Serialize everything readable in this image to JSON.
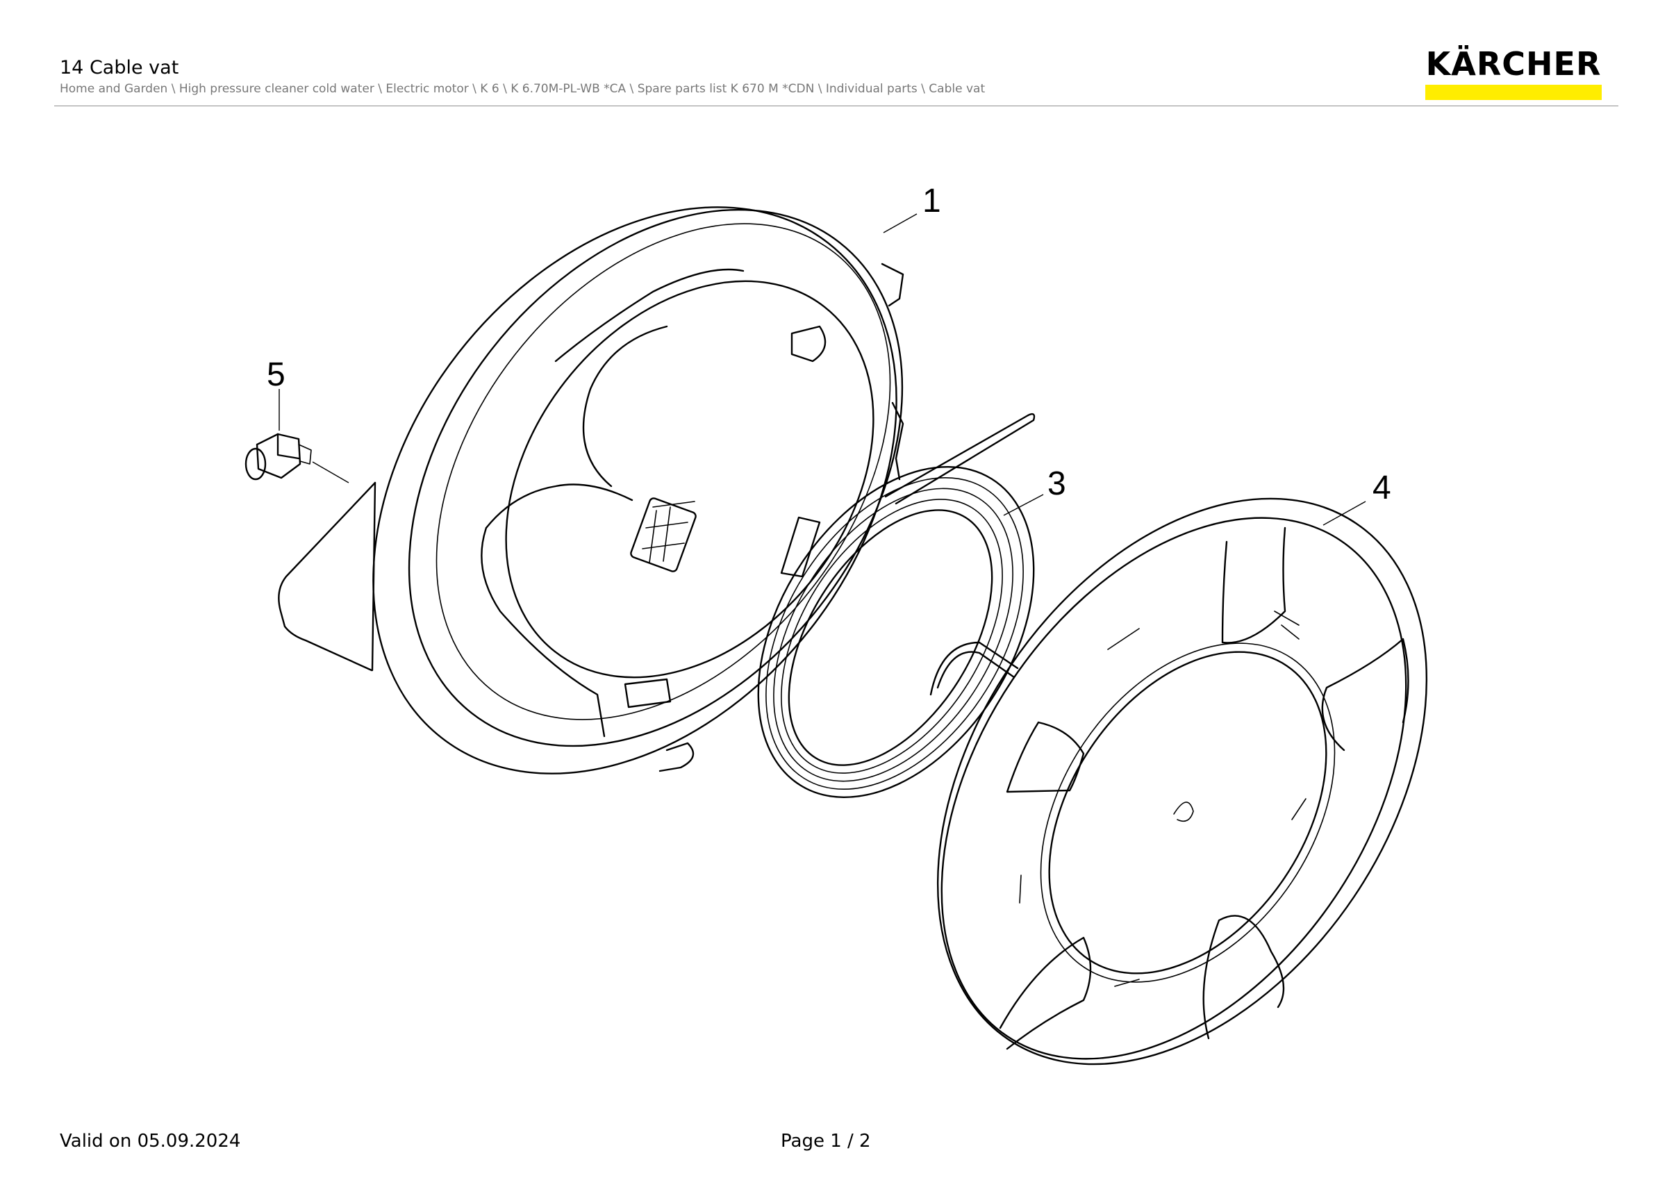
{
  "header": {
    "title": "14 Cable vat",
    "breadcrumb": "Home and Garden \\ High pressure cleaner cold water \\ Electric motor \\ K 6 \\ K 6.70M-PL-WB *CA \\ Spare parts list K 670 M *CDN \\ Individual parts \\ Cable vat"
  },
  "logo": {
    "text": "KÄRCHER",
    "bar_color": "#ffed00"
  },
  "callouts": {
    "c1": "1",
    "c3": "3",
    "c4": "4",
    "c5": "5"
  },
  "footer": {
    "valid": "Valid on 05.09.2024",
    "page": "Page 1 / 2"
  }
}
